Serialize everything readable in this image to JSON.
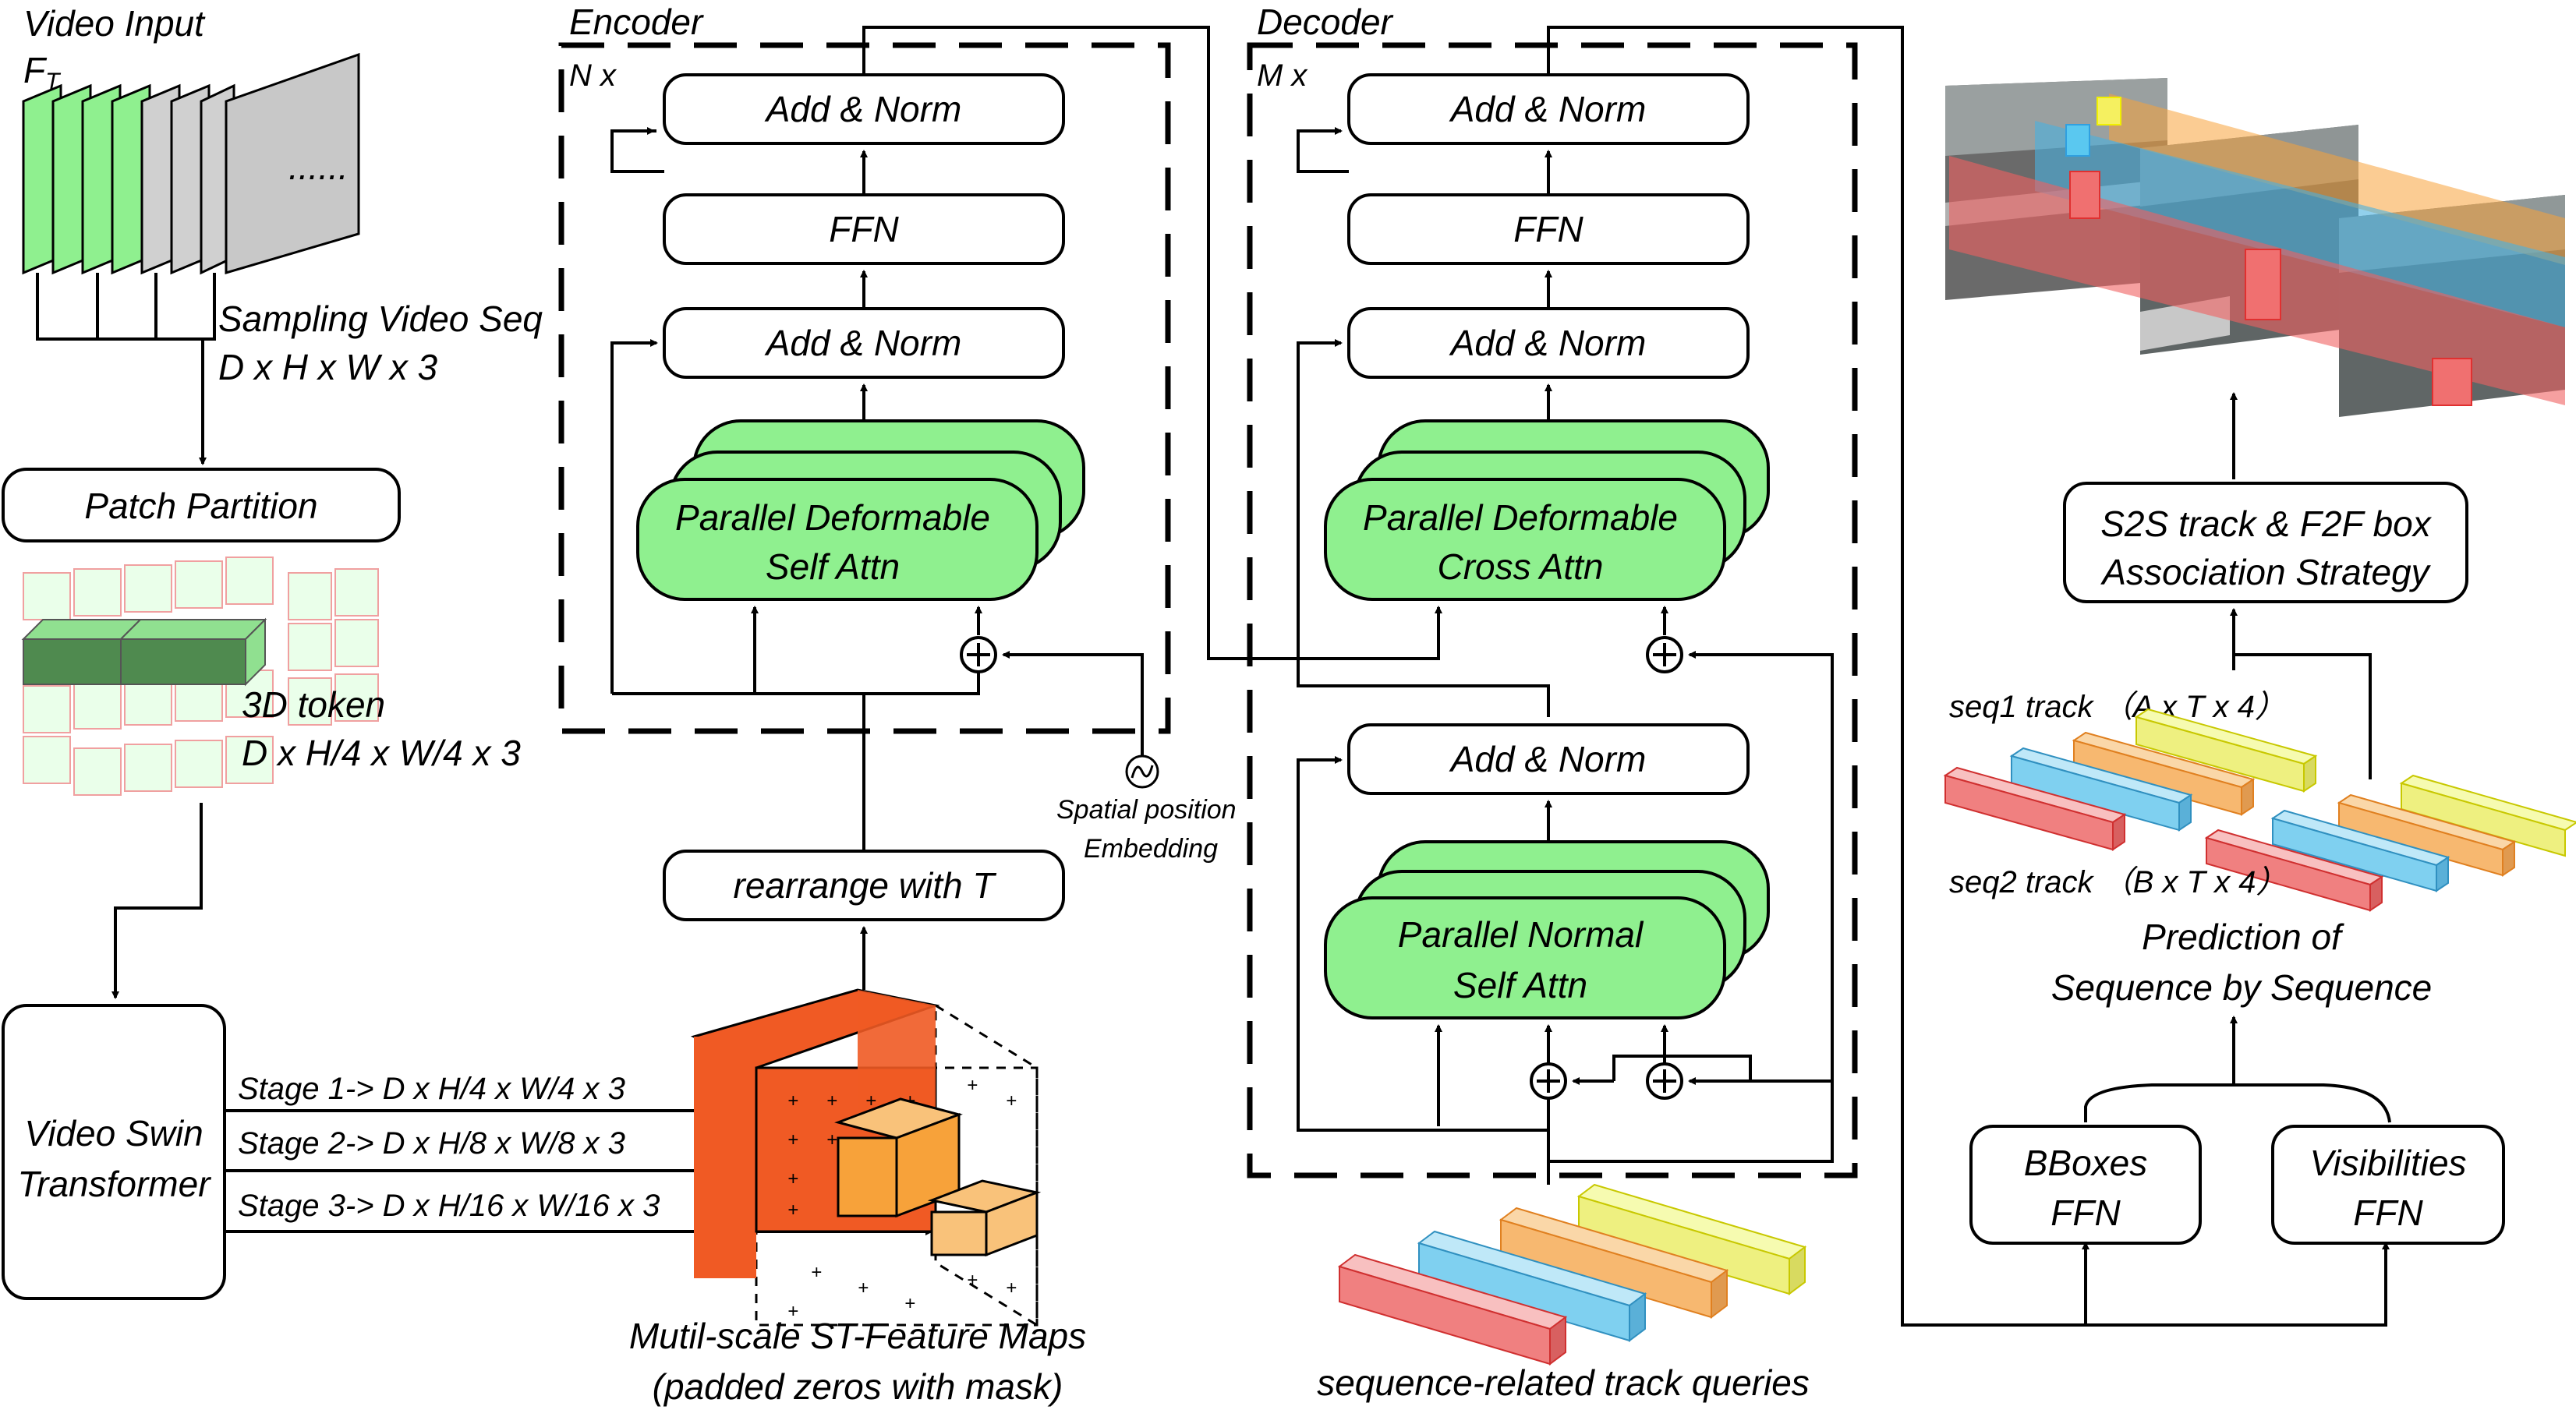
{
  "left": {
    "video_input": "Video Input",
    "ft": "F",
    "ft_sub": "T",
    "dots": "......",
    "sampling": "Sampling Video Seq",
    "sampling_dims": "D x H x W x 3",
    "patch_partition": "Patch Partition",
    "token_label": "3D token",
    "token_dims": "D x H/4  x W/4 x 3",
    "swin_line1": "Video Swin",
    "swin_line2": "Transformer",
    "stage1": "Stage 1-> D x H/4  x W/4 x 3",
    "stage2": "Stage 2-> D x H/8  x W/8 x 3",
    "stage3": "Stage 3-> D x H/16  x W/16 x 3",
    "feature_maps_line1": "Mutil-scale ST-Feature Maps",
    "feature_maps_line2": "(padded zeros with mask)"
  },
  "encoder": {
    "title": "Encoder",
    "repeat": "N x",
    "add_norm_top": "Add & Norm",
    "ffn": "FFN",
    "add_norm_mid": "Add & Norm",
    "attn_line1": "Parallel Deformable",
    "attn_line2": "Self Attn",
    "rearrange": "rearrange with T",
    "pos_line1": "Spatial position",
    "pos_line2": "Embedding"
  },
  "decoder": {
    "title": "Decoder",
    "repeat": "M x",
    "add_norm_top": "Add & Norm",
    "ffn": "FFN",
    "add_norm_mid": "Add & Norm",
    "cross_line1": "Parallel Deformable",
    "cross_line2": "Cross Attn",
    "add_norm_low": "Add & Norm",
    "self_line1": "Parallel Normal",
    "self_line2": "Self Attn",
    "queries": "sequence-related track queries"
  },
  "right": {
    "s2s_line1": "S2S track & F2F box",
    "s2s_line2": "Association Strategy",
    "seq1": "seq1 track （A x T x 4）",
    "seq2": "seq2 track （B x T x 4）",
    "pred_line1": "Prediction of",
    "pred_line2": "Sequence by Sequence",
    "bboxes_line1": "BBoxes",
    "bboxes_line2": "FFN",
    "vis_line1": "Visibilities",
    "vis_line2": "FFN"
  },
  "colors": {
    "green": "#8ff08f",
    "orange_dark": "#f05a24",
    "orange_mid": "#f7a23a",
    "orange_light": "#f9c27a",
    "track_red": "#f08080",
    "track_blue": "#7fd0f0",
    "track_orange": "#f7b870",
    "track_yellow": "#eef080"
  }
}
